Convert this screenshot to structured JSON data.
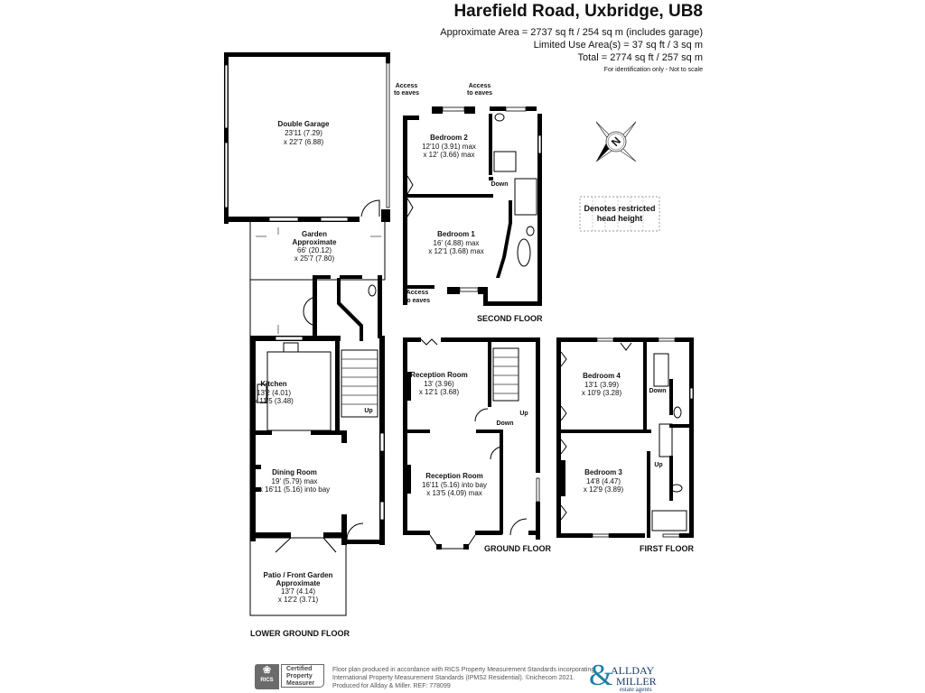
{
  "header": {
    "title": "Harefield Road, Uxbridge, UB8",
    "approx_area": "Approximate Area = 2737 sq ft / 254 sq m (includes garage)",
    "limited_use": "Limited Use Area(s) = 37 sq ft / 3 sq m",
    "total": "Total = 2774 sq ft / 257 sq m",
    "disclaimer": "For identification only - Not to scale"
  },
  "legend": {
    "restricted": [
      "Denotes restricted",
      "head height"
    ],
    "compass_label": "N"
  },
  "lower_ground": {
    "label": "LOWER GROUND FLOOR",
    "garage": [
      "Double Garage",
      "23'11 (7.29)",
      "x 22'7 (6.88)"
    ],
    "garden": [
      "Garden",
      "Approximate",
      "66' (20.12)",
      "x 25'7 (7.80)"
    ],
    "kitchen": [
      "Kitchen",
      "13'2 (4.01)",
      "x 11'5 (3.48)"
    ],
    "dining": [
      "Dining Room",
      "19' (5.79) max",
      "x 16'11 (5.16) into bay"
    ],
    "patio": [
      "Patio / Front Garden",
      "Approximate",
      "13'7 (4.14)",
      "x 12'2 (3.71)"
    ],
    "up": "Up"
  },
  "second": {
    "label": "SECOND FLOOR",
    "bed2": [
      "Bedroom 2",
      "12'10 (3.91) max",
      "x 12' (3.66) max"
    ],
    "bed1": [
      "Bedroom 1",
      "16' (4.88) max",
      "x 12'1 (3.68) max"
    ],
    "eaves": [
      "Access",
      "to eaves"
    ],
    "down": "Down"
  },
  "ground": {
    "label": "GROUND FLOOR",
    "rec1": [
      "Reception Room",
      "13' (3.96)",
      "x 12'1 (3.68)"
    ],
    "rec2": [
      "Reception Room",
      "16'11 (5.16) into bay",
      "x 13'5 (4.09) max"
    ],
    "up": "Up",
    "down": "Down"
  },
  "first": {
    "label": "FIRST FLOOR",
    "bed4": [
      "Bedroom 4",
      "13'1 (3.99)",
      "x 10'9 (3.28)"
    ],
    "bed3": [
      "Bedroom 3",
      "14'8 (4.47)",
      "x 12'9 (3.89)"
    ],
    "up": "Up",
    "down": "Down"
  },
  "footer": {
    "rics": [
      "RICS",
      "Certified",
      "Property",
      "Measurer"
    ],
    "text": [
      "Floor plan produced in accordance with RICS Property Measurement Standards incorporating",
      "International Property Measurement Standards (IPMS2 Residential).   ©nichecom 2021.",
      "Produced for Allday & Miller.   REF:  778099"
    ],
    "agent": [
      "&",
      "ALLDAY",
      "MILLER",
      "estate agents"
    ]
  }
}
